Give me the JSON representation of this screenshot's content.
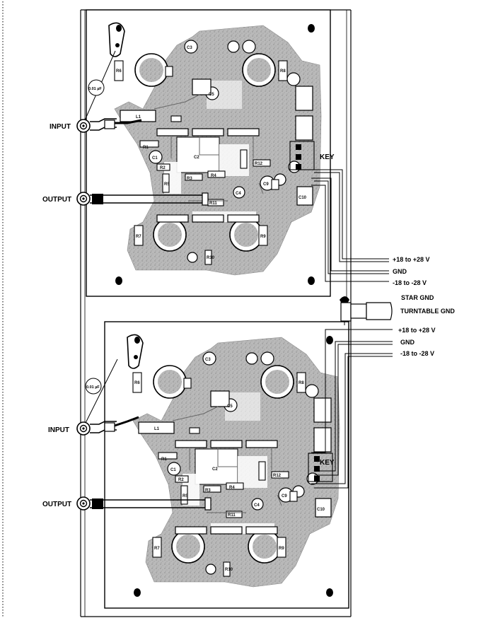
{
  "board1": {
    "input_label": "INPUT",
    "output_label": "OUTPUT",
    "cap_label": "0.01 µF",
    "key_label": "KEY",
    "supply_pos": "+18 to +28 V",
    "supply_gnd": "GND",
    "supply_neg": "-18 to -28 V",
    "parts": {
      "R1": "R1",
      "R2": "R2",
      "R3": "R3",
      "R4": "R4",
      "R5": "R5",
      "R6": "R6",
      "R7": "R7",
      "R8": "R8",
      "R9": "R9",
      "R10": "R10",
      "R11": "R11",
      "R12": "R12",
      "C1": "C1",
      "C2": "C2",
      "C3": "C3",
      "C4": "C4",
      "C5": "C5",
      "C9": "C9",
      "C10": "C10",
      "L1": "L1"
    }
  },
  "board2": {
    "input_label": "INPUT",
    "output_label": "OUTPUT",
    "cap_label": "0.01 µF",
    "key_label": "KEY",
    "supply_pos": "+18 to +28 V",
    "supply_gnd": "GND",
    "supply_neg": "-18 to -28 V",
    "parts": {
      "R1": "R1",
      "R2": "R2",
      "R3": "R3",
      "R4": "R4",
      "R5": "R5",
      "R6": "R6",
      "R7": "R7",
      "R8": "R8",
      "R9": "R9",
      "R10": "R10",
      "R11": "R11",
      "R12": "R12",
      "C1": "C1",
      "C2": "C2",
      "C3": "C3",
      "C4": "C4",
      "C5": "C5",
      "C9": "C9",
      "C10": "C10",
      "L1": "L1"
    }
  },
  "ground": {
    "star_gnd": "STAR GND",
    "turntable_gnd": "TURNTABLE GND"
  },
  "colors": {
    "trace": "#b4b4b4",
    "ink": "#000000",
    "paper": "#ffffff"
  }
}
